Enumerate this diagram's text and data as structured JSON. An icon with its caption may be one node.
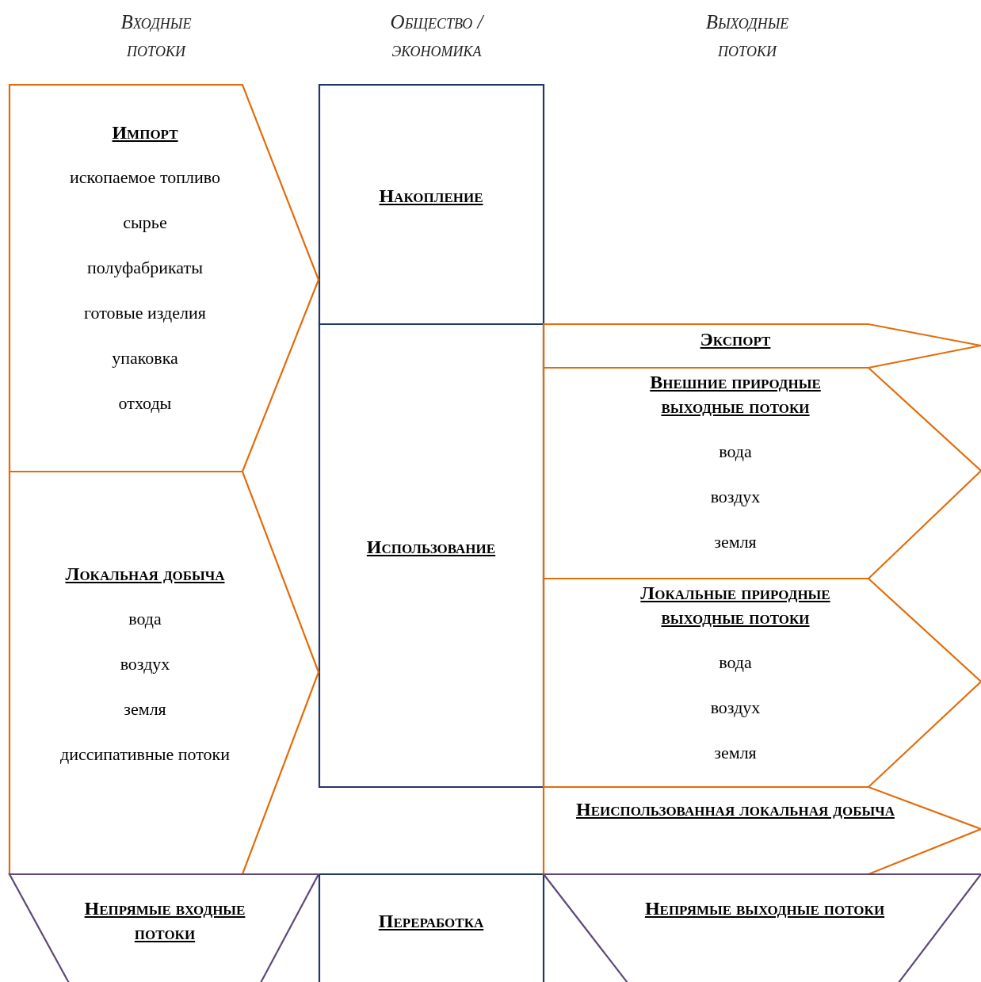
{
  "diagram": {
    "nodes": [
      {
        "text": [
          "Импорт",
          "ископаемое топливо",
          "сырье",
          "полуфабрикаты",
          "готовые изделия",
          "упаковка",
          "отходы"
        ]
      },
      {
        "text": [
          "Локальная добыча",
          "вода",
          "воздух",
          "земля",
          "диссипативные потоки"
        ]
      },
      {
        "text": [
          "Накопление"
        ]
      },
      {
        "text": [
          "Использование"
        ]
      },
      {
        "text": [
          "Экспорт"
        ]
      },
      {
        "text": [
          "Внешние природные выходные потоки",
          "вода",
          "воздух",
          "земля"
        ]
      },
      {
        "text": [
          "Локальные природные выходные потоки",
          "вода",
          "воздух",
          "земля"
        ]
      },
      {
        "text": [
          "Неиспользованная локальная добыча"
        ]
      },
      {
        "text": [
          "Непрямые входные потоки"
        ]
      },
      {
        "text": [
          "Переработка"
        ]
      },
      {
        "text": [
          "Непрямые выходные потоки"
        ]
      }
    ],
    "labels": [
      "Входные потоки",
      "Общество / экономика",
      "Выходные потоки"
    ]
  }
}
